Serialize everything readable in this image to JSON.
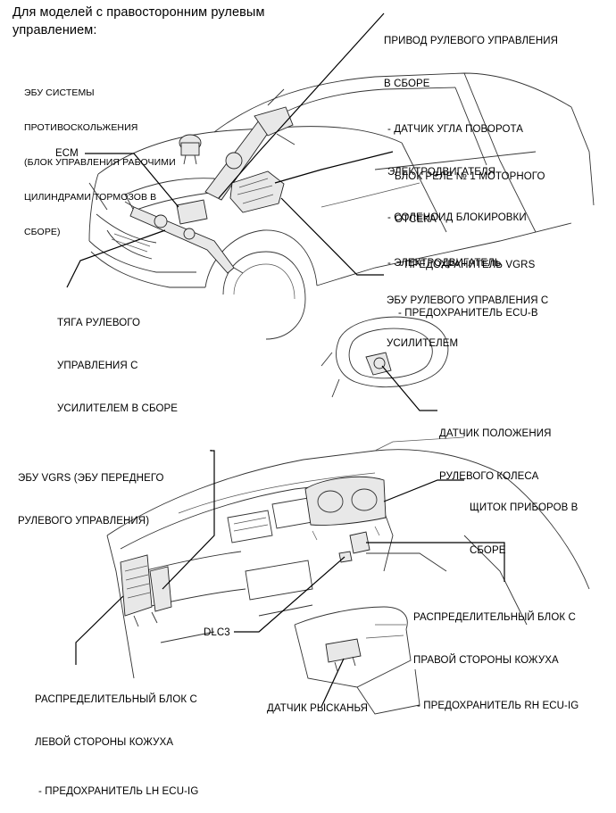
{
  "heading": {
    "line1": "Для моделей с правосторонним рулевым",
    "line2": "управлением:"
  },
  "labels": {
    "abs_ecu": [
      "ЭБУ СИСТЕМЫ",
      "ПРОТИВОСКОЛЬЖЕНИЯ",
      "(БЛОК УПРАВЛЕНИЯ РАБОЧИМИ",
      "ЦИЛИНДРАМИ ТОРМОЗОВ В",
      "СБОРЕ)"
    ],
    "ecm": "ECM",
    "steering_actuator": [
      "ПРИВОД РУЛЕВОГО УПРАВЛЕНИЯ",
      "В СБОРЕ",
      "- ДАТЧИК УГЛА ПОВОРОТА",
      "ЭЛЕКТРОДВИГАТЕЛЯ",
      "- СОЛЕНОИД БЛОКИРОВКИ",
      "- ЭЛЕКТРОДВИГАТЕЛЬ"
    ],
    "relay_block": [
      "БЛОК РЕЛЕ № 1 МОТОРНОГО",
      "ОТСЕКА",
      "- ПРЕДОХРАНИТЕЛЬ VGRS",
      "- ПРЕДОХРАНИТЕЛЬ ECU-B"
    ],
    "eps_ecu": [
      "ЭБУ РУЛЕВОГО УПРАВЛЕНИЯ С",
      "УСИЛИТЕЛЕМ"
    ],
    "steering_link": [
      "ТЯГА РУЛЕВОГО",
      "УПРАВЛЕНИЯ С",
      "УСИЛИТЕЛЕМ В СБОРЕ"
    ],
    "wheel_sensor": [
      "ДАТЧИК ПОЛОЖЕНИЯ",
      "РУЛЕВОГО КОЛЕСА"
    ],
    "vgrs_ecu": [
      "ЭБУ VGRS (ЭБУ ПЕРЕДНЕГО",
      "РУЛЕВОГО УПРАВЛЕНИЯ)"
    ],
    "combination_meter": [
      "ЩИТОК ПРИБОРОВ В",
      "СБОРЕ"
    ],
    "rh_junction": [
      "РАСПРЕДЕЛИТЕЛЬНЫЙ БЛОК С",
      "ПРАВОЙ СТОРОНЫ КОЖУХА",
      "- ПРЕДОХРАНИТЕЛЬ RH ECU-IG"
    ],
    "dlc3": "DLC3",
    "lh_junction": [
      "РАСПРЕДЕЛИТЕЛЬНЫЙ БЛОК С",
      "ЛЕВОЙ СТОРОНЫ КОЖУХА",
      "- ПРЕДОХРАНИТЕЛЬ LH ECU-IG"
    ],
    "yaw_sensor": "ДАТЧИК РЫСКАНЬЯ"
  }
}
